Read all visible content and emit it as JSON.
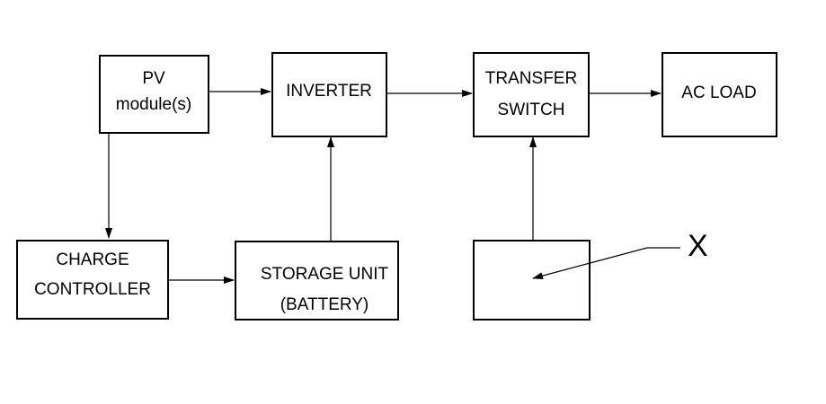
{
  "diagram": {
    "nodes": {
      "pv": {
        "line1": "PV",
        "line2": "module(s)"
      },
      "inverter": {
        "line1": "INVERTER"
      },
      "transfer": {
        "line1": "TRANSFER",
        "line2": "SWITCH"
      },
      "acload": {
        "line1": "AC LOAD"
      },
      "charge": {
        "line1": "CHARGE",
        "line2": "CONTROLLER"
      },
      "storage": {
        "line1": "STORAGE UNIT",
        "line2": "(BATTERY)"
      },
      "unknown": {}
    },
    "callout": {
      "label": "X"
    },
    "edges": [
      {
        "from": "pv",
        "to": "inverter"
      },
      {
        "from": "inverter",
        "to": "transfer"
      },
      {
        "from": "transfer",
        "to": "acload"
      },
      {
        "from": "pv",
        "to": "charge"
      },
      {
        "from": "charge",
        "to": "storage"
      },
      {
        "from": "storage",
        "to": "inverter"
      },
      {
        "from": "unknown",
        "to": "transfer"
      }
    ],
    "colors": {
      "stroke": "#000000",
      "background": "#ffffff"
    }
  }
}
